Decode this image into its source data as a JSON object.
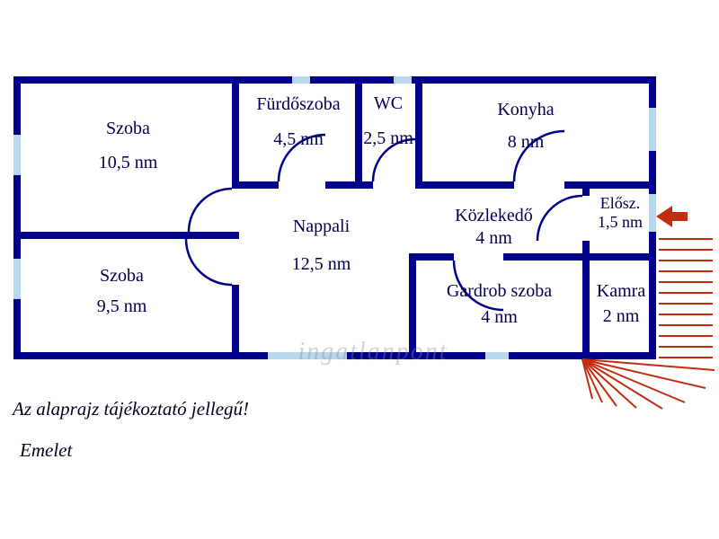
{
  "rooms": {
    "szoba_felso": {
      "name": "Szoba",
      "area": "10,5 nm"
    },
    "furdoszoba": {
      "name": "Fürdőszoba",
      "area": "4,5 nm"
    },
    "wc": {
      "name": "WC",
      "area": "2,5 nm"
    },
    "konyha": {
      "name": "Konyha",
      "area": "8 nm"
    },
    "nappali": {
      "name": "Nappali",
      "area": "12,5 nm"
    },
    "kozlekedo": {
      "name": "Közlekedő",
      "area": "4 nm"
    },
    "eloszoba": {
      "name": "Elősz.",
      "area": "1,5 nm"
    },
    "gardrob": {
      "name": "Gardrob szoba",
      "area": "4 nm"
    },
    "kamra": {
      "name": "Kamra",
      "area": "2 nm"
    },
    "szoba_also": {
      "name": "Szoba",
      "area": "9,5 nm"
    }
  },
  "notes": {
    "disclaimer": "Az alaprajz tájékoztató jellegű!",
    "floor": "Emelet",
    "watermark": "ingatlanpont"
  },
  "colors": {
    "wall": "#00008B",
    "window": "#B8D8EE",
    "stairs": "#C22D10",
    "arrow": "#C22D10",
    "label_text": "#000050"
  }
}
